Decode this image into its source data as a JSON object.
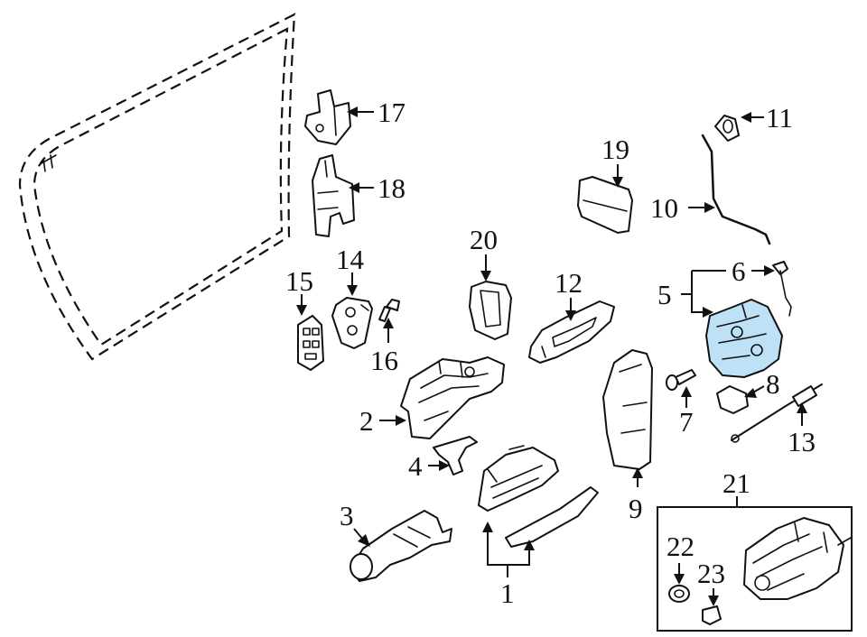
{
  "callouts": {
    "c1": "1",
    "c2": "2",
    "c3": "3",
    "c4": "4",
    "c5": "5",
    "c6": "6",
    "c7": "7",
    "c8": "8",
    "c9": "9",
    "c10": "10",
    "c11": "11",
    "c12": "12",
    "c13": "13",
    "c14": "14",
    "c15": "15",
    "c16": "16",
    "c17": "17",
    "c18": "18",
    "c19": "19",
    "c20": "20",
    "c21": "21",
    "c22": "22",
    "c23": "23"
  },
  "colors": {
    "highlight": "#bfe1f5",
    "line": "#111111",
    "background": "#ffffff"
  }
}
